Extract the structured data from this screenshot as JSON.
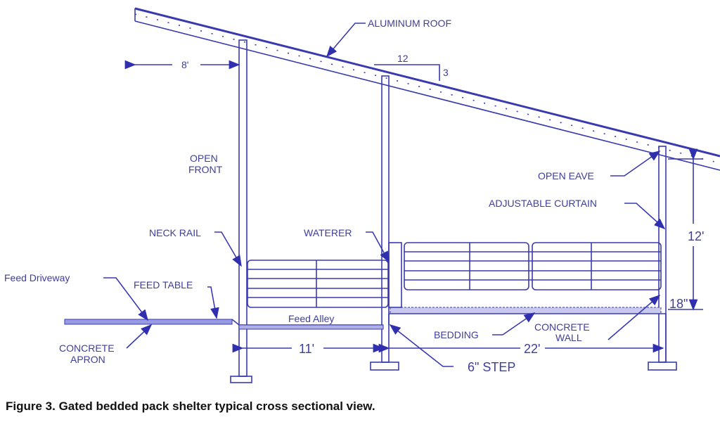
{
  "diagram": {
    "labels": {
      "aluminum_roof": "ALUMINUM ROOF",
      "overhang": "8'",
      "slope_run": "12",
      "slope_rise": "3",
      "open_front_1": "OPEN",
      "open_front_2": "FRONT",
      "open_eave": "OPEN EAVE",
      "adjustable_curtain": "ADJUSTABLE CURTAIN",
      "neck_rail": "NECK RAIL",
      "waterer": "WATERER",
      "feed_driveway": "Feed Driveway",
      "feed_table": "FEED TABLE",
      "feed_alley": "Feed Alley",
      "concrete_apron_1": "CONCRETE",
      "concrete_apron_2": "APRON",
      "bedding": "BEDDING",
      "concrete_wall_1": "CONCRETE",
      "concrete_wall_2": "WALL",
      "height": "12'",
      "wall_height": "18\"",
      "alley_width": "11'",
      "pack_width": "22'",
      "step": "6\" STEP"
    },
    "caption": "Figure 3.  Gated bedded pack shelter typical cross sectional view."
  }
}
